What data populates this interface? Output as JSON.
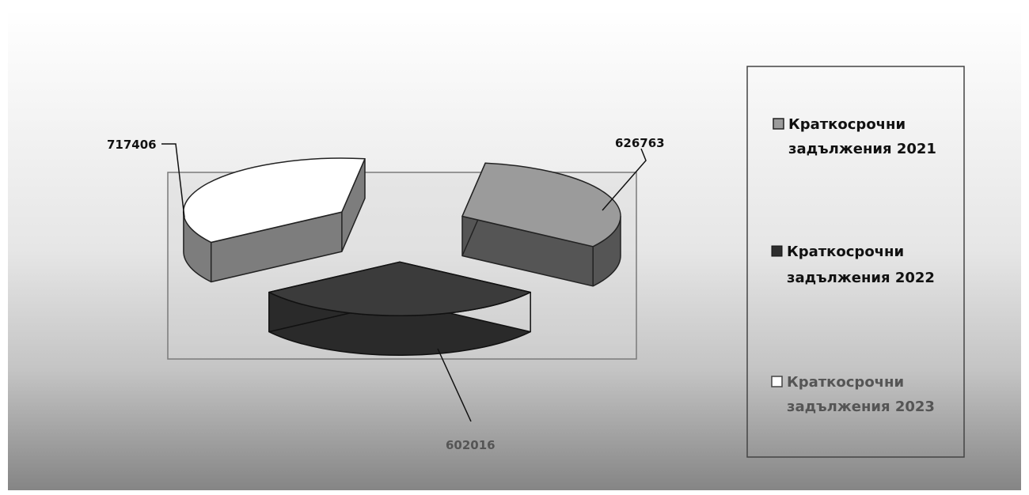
{
  "chart_data": {
    "type": "pie",
    "three_d": true,
    "exploded": true,
    "legend_position": "right",
    "series": [
      {
        "name": "Краткосрочни задължения 2021",
        "legend_lines": [
          "Краткосрочни",
          "задължения 2021"
        ],
        "value": 626763,
        "label": "626763",
        "color": "#9b9b9b"
      },
      {
        "name": "Краткосрочни задължения 2022",
        "legend_lines": [
          "Краткосрочни",
          "задължения 2022"
        ],
        "value": 602016,
        "label": "602016",
        "color": "#3b3b3b"
      },
      {
        "name": "Краткосрочни задължения 2023",
        "legend_lines": [
          "Краткосрочни",
          "задължения 2023"
        ],
        "value": 717406,
        "label": "717406",
        "color": "#ffffff"
      }
    ]
  }
}
